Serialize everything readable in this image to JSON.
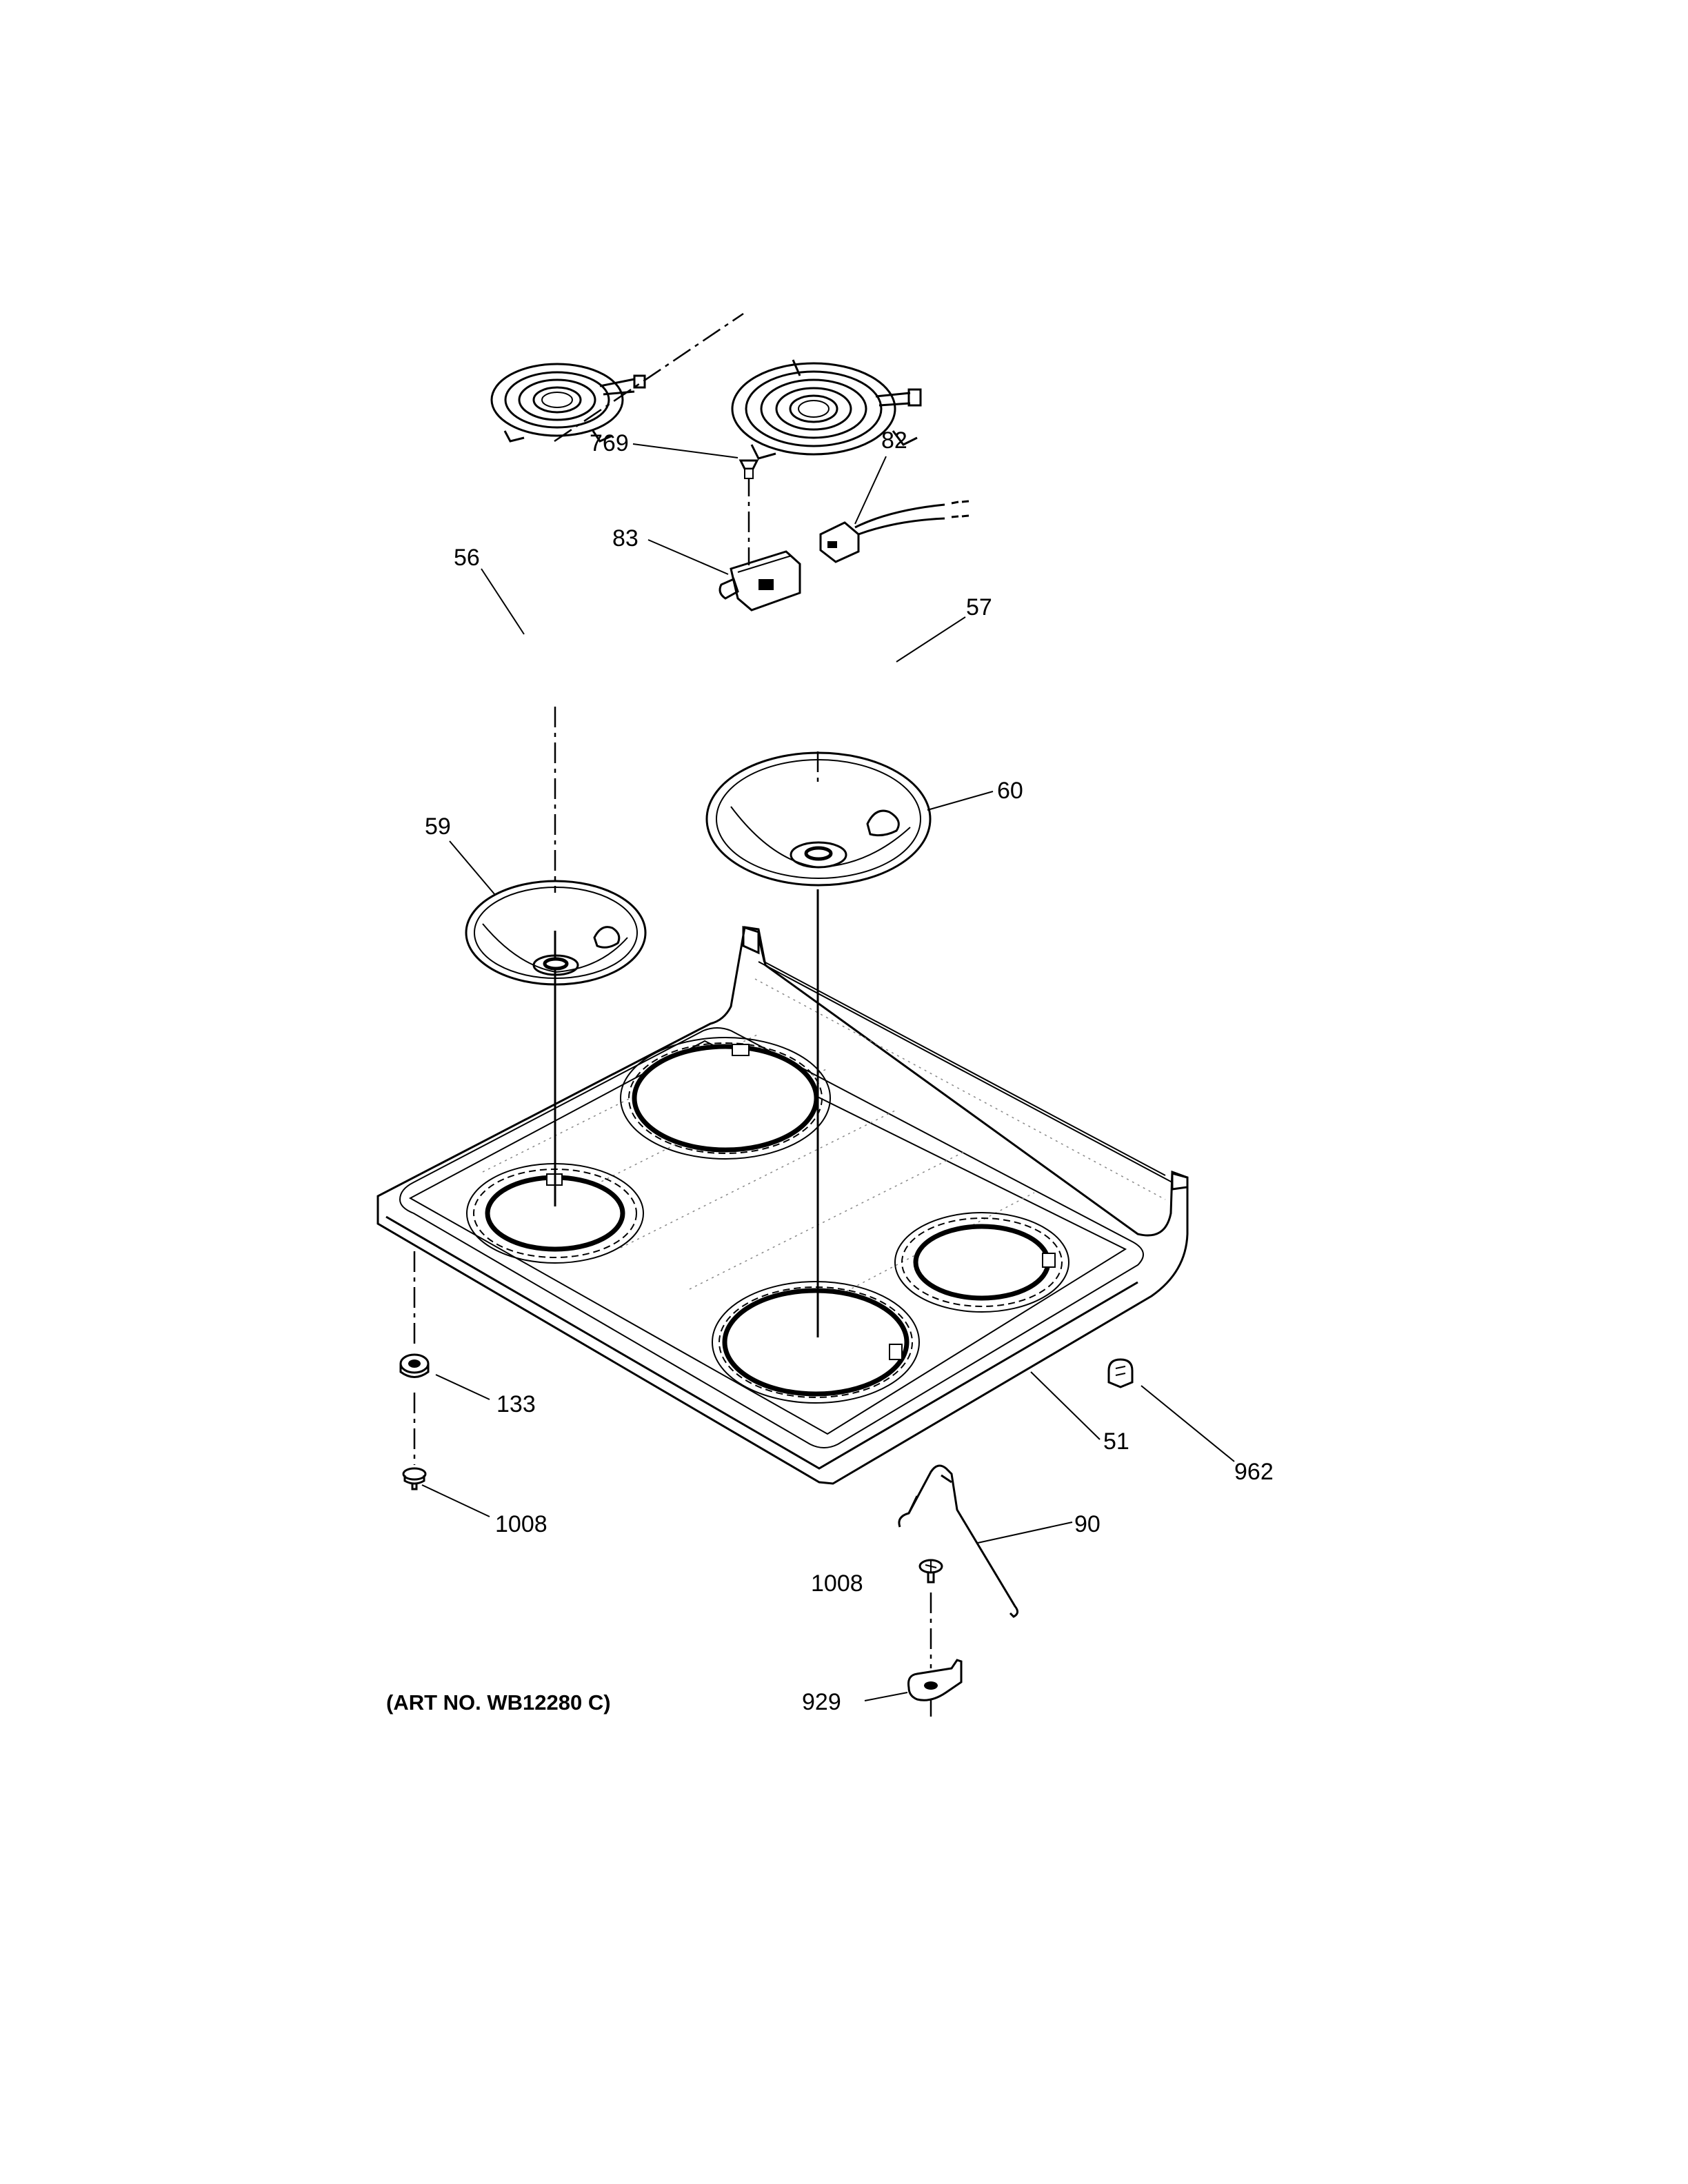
{
  "labels": {
    "p769": "769",
    "p82": "82",
    "p83": "83",
    "p56": "56",
    "p57": "57",
    "p60": "60",
    "p59": "59",
    "p133": "133",
    "p1008a": "1008",
    "p51": "51",
    "p962": "962",
    "p90": "90",
    "p1008b": "1008",
    "p929": "929"
  },
  "art_number": "(ART NO. WB12280 C)"
}
